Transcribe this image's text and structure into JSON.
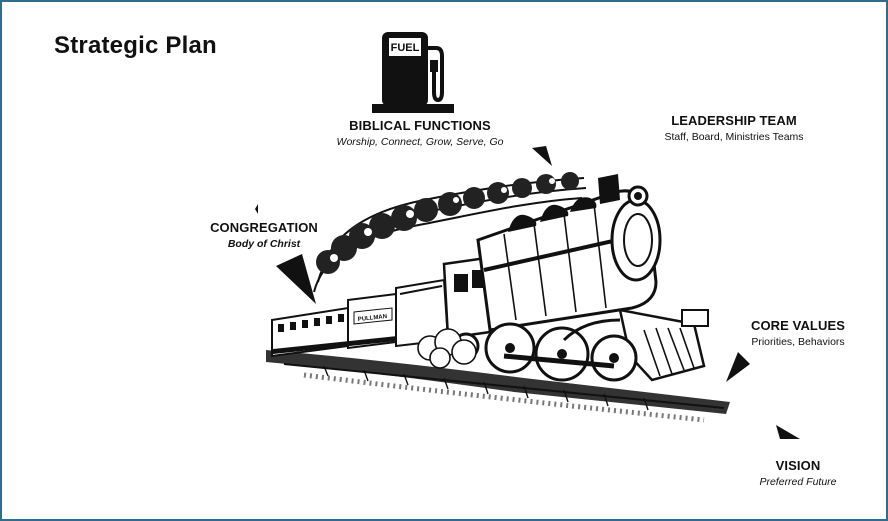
{
  "title": "Strategic Plan",
  "fuel_pump": {
    "label": "FUEL",
    "icon": "fuel-pump-icon"
  },
  "train": {
    "car_label": "PULLMAN",
    "icon": "locomotive-icon"
  },
  "labels": {
    "biblical_functions": {
      "heading": "BIBLICAL FUNCTIONS",
      "sub": "Worship, Connect, Grow, Serve, Go"
    },
    "leadership_team": {
      "heading": "LEADERSHIP TEAM",
      "sub": "Staff, Board, Ministries Teams"
    },
    "congregation": {
      "heading": "CONGREGATION",
      "sub": "Body of Christ"
    },
    "core_values": {
      "heading": "CORE VALUES",
      "sub": "Priorities, Behaviors"
    },
    "vision": {
      "heading": "VISION",
      "sub": "Preferred Future"
    }
  },
  "colors": {
    "frame": "#2f6d8f",
    "ink": "#111111"
  }
}
